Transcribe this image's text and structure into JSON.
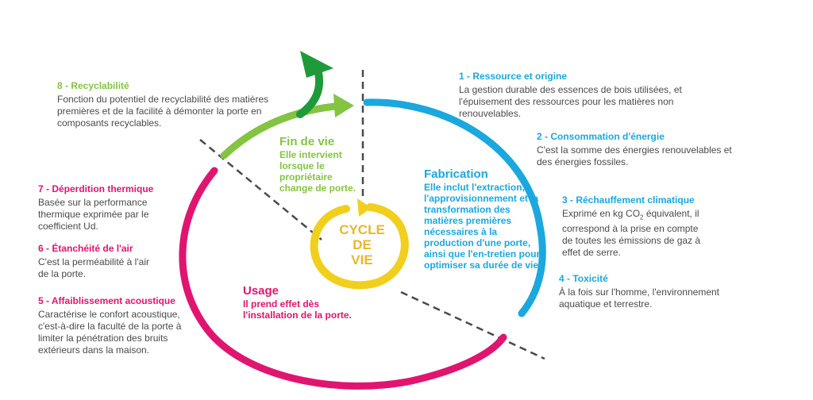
{
  "colors": {
    "cyan": "#1aa8de",
    "magenta": "#e0156f",
    "green": "#84c441",
    "dark_green": "#1f9a3a",
    "yellow": "#f1cf1d",
    "dark": "#4a4a4a"
  },
  "center": {
    "line1": "CYCLE",
    "line2": "DE",
    "line3": "VIE"
  },
  "phases": {
    "fabrication": {
      "title": "Fabrication",
      "text": "Elle inclut l'extraction, l'approvisionnement et la transformation des matières premières nécessaires à la production d'une porte, ainsi que l'en-tretien pour optimiser sa durée de vie."
    },
    "usage": {
      "title": "Usage",
      "text": "Il prend effet dès l'installation de la porte."
    },
    "fin_de_vie": {
      "title": "Fin de vie",
      "text": "Elle intervient lorsque le propriétaire change de porte."
    }
  },
  "criteria": {
    "c1": {
      "title": "1 - Ressource et origine",
      "text": "La gestion durable des essences de bois utilisées, et l'épuisement des ressources pour les matières non renouvelables."
    },
    "c2": {
      "title": "2 - Consommation d'énergie",
      "text": "C'est la somme des énergies renouvelables et des énergies fossiles."
    },
    "c3": {
      "title": "3 - Réchauffement climatique",
      "text_before": "Exprimé en kg CO",
      "subscript": "2",
      "text_after": " équivalent, il correspond à la prise en compte de toutes les émissions de gaz à effet de serre."
    },
    "c4": {
      "title": "4 - Toxicité",
      "text": "À la fois sur l'homme, l'environnement aquatique et terrestre."
    },
    "c5": {
      "title": "5 - Affaiblissement acoustique",
      "text": "Caractérise le confort acoustique, c'est-à-dire la faculté de la porte à limiter la pénétration des bruits extérieurs dans la maison."
    },
    "c6": {
      "title": "6 - Étanchéité de l'air",
      "text": "C'est la perméabilité à l'air de la porte."
    },
    "c7": {
      "title": "7 - Déperdition thermique",
      "text": "Basée sur la performance thermique exprimée par le coefficient Ud."
    },
    "c8": {
      "title": "8 - Recyclabilité",
      "text": "Fonction du potentiel de recyclabilité des matières premières et de la facilité à démonter la porte en composants recyclables."
    }
  }
}
